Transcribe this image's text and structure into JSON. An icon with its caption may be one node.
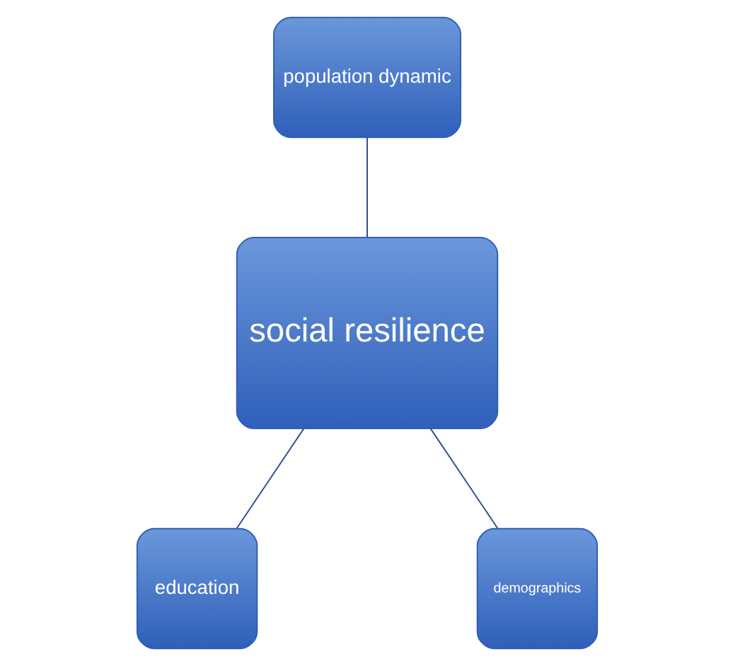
{
  "diagram": {
    "nodes": [
      {
        "text": [
          "population dynamic"
        ]
      },
      {
        "text": [
          "social resilience"
        ]
      },
      {
        "text": [
          "education"
        ]
      },
      {
        "text": [
          "demographics"
        ]
      }
    ],
    "edges": [
      {
        "from": 1,
        "to": 0,
        "arrow": "none"
      },
      {
        "from": 1,
        "to": 2,
        "arrow": "none"
      },
      {
        "from": 1,
        "to": 3,
        "arrow": "none"
      }
    ]
  }
}
